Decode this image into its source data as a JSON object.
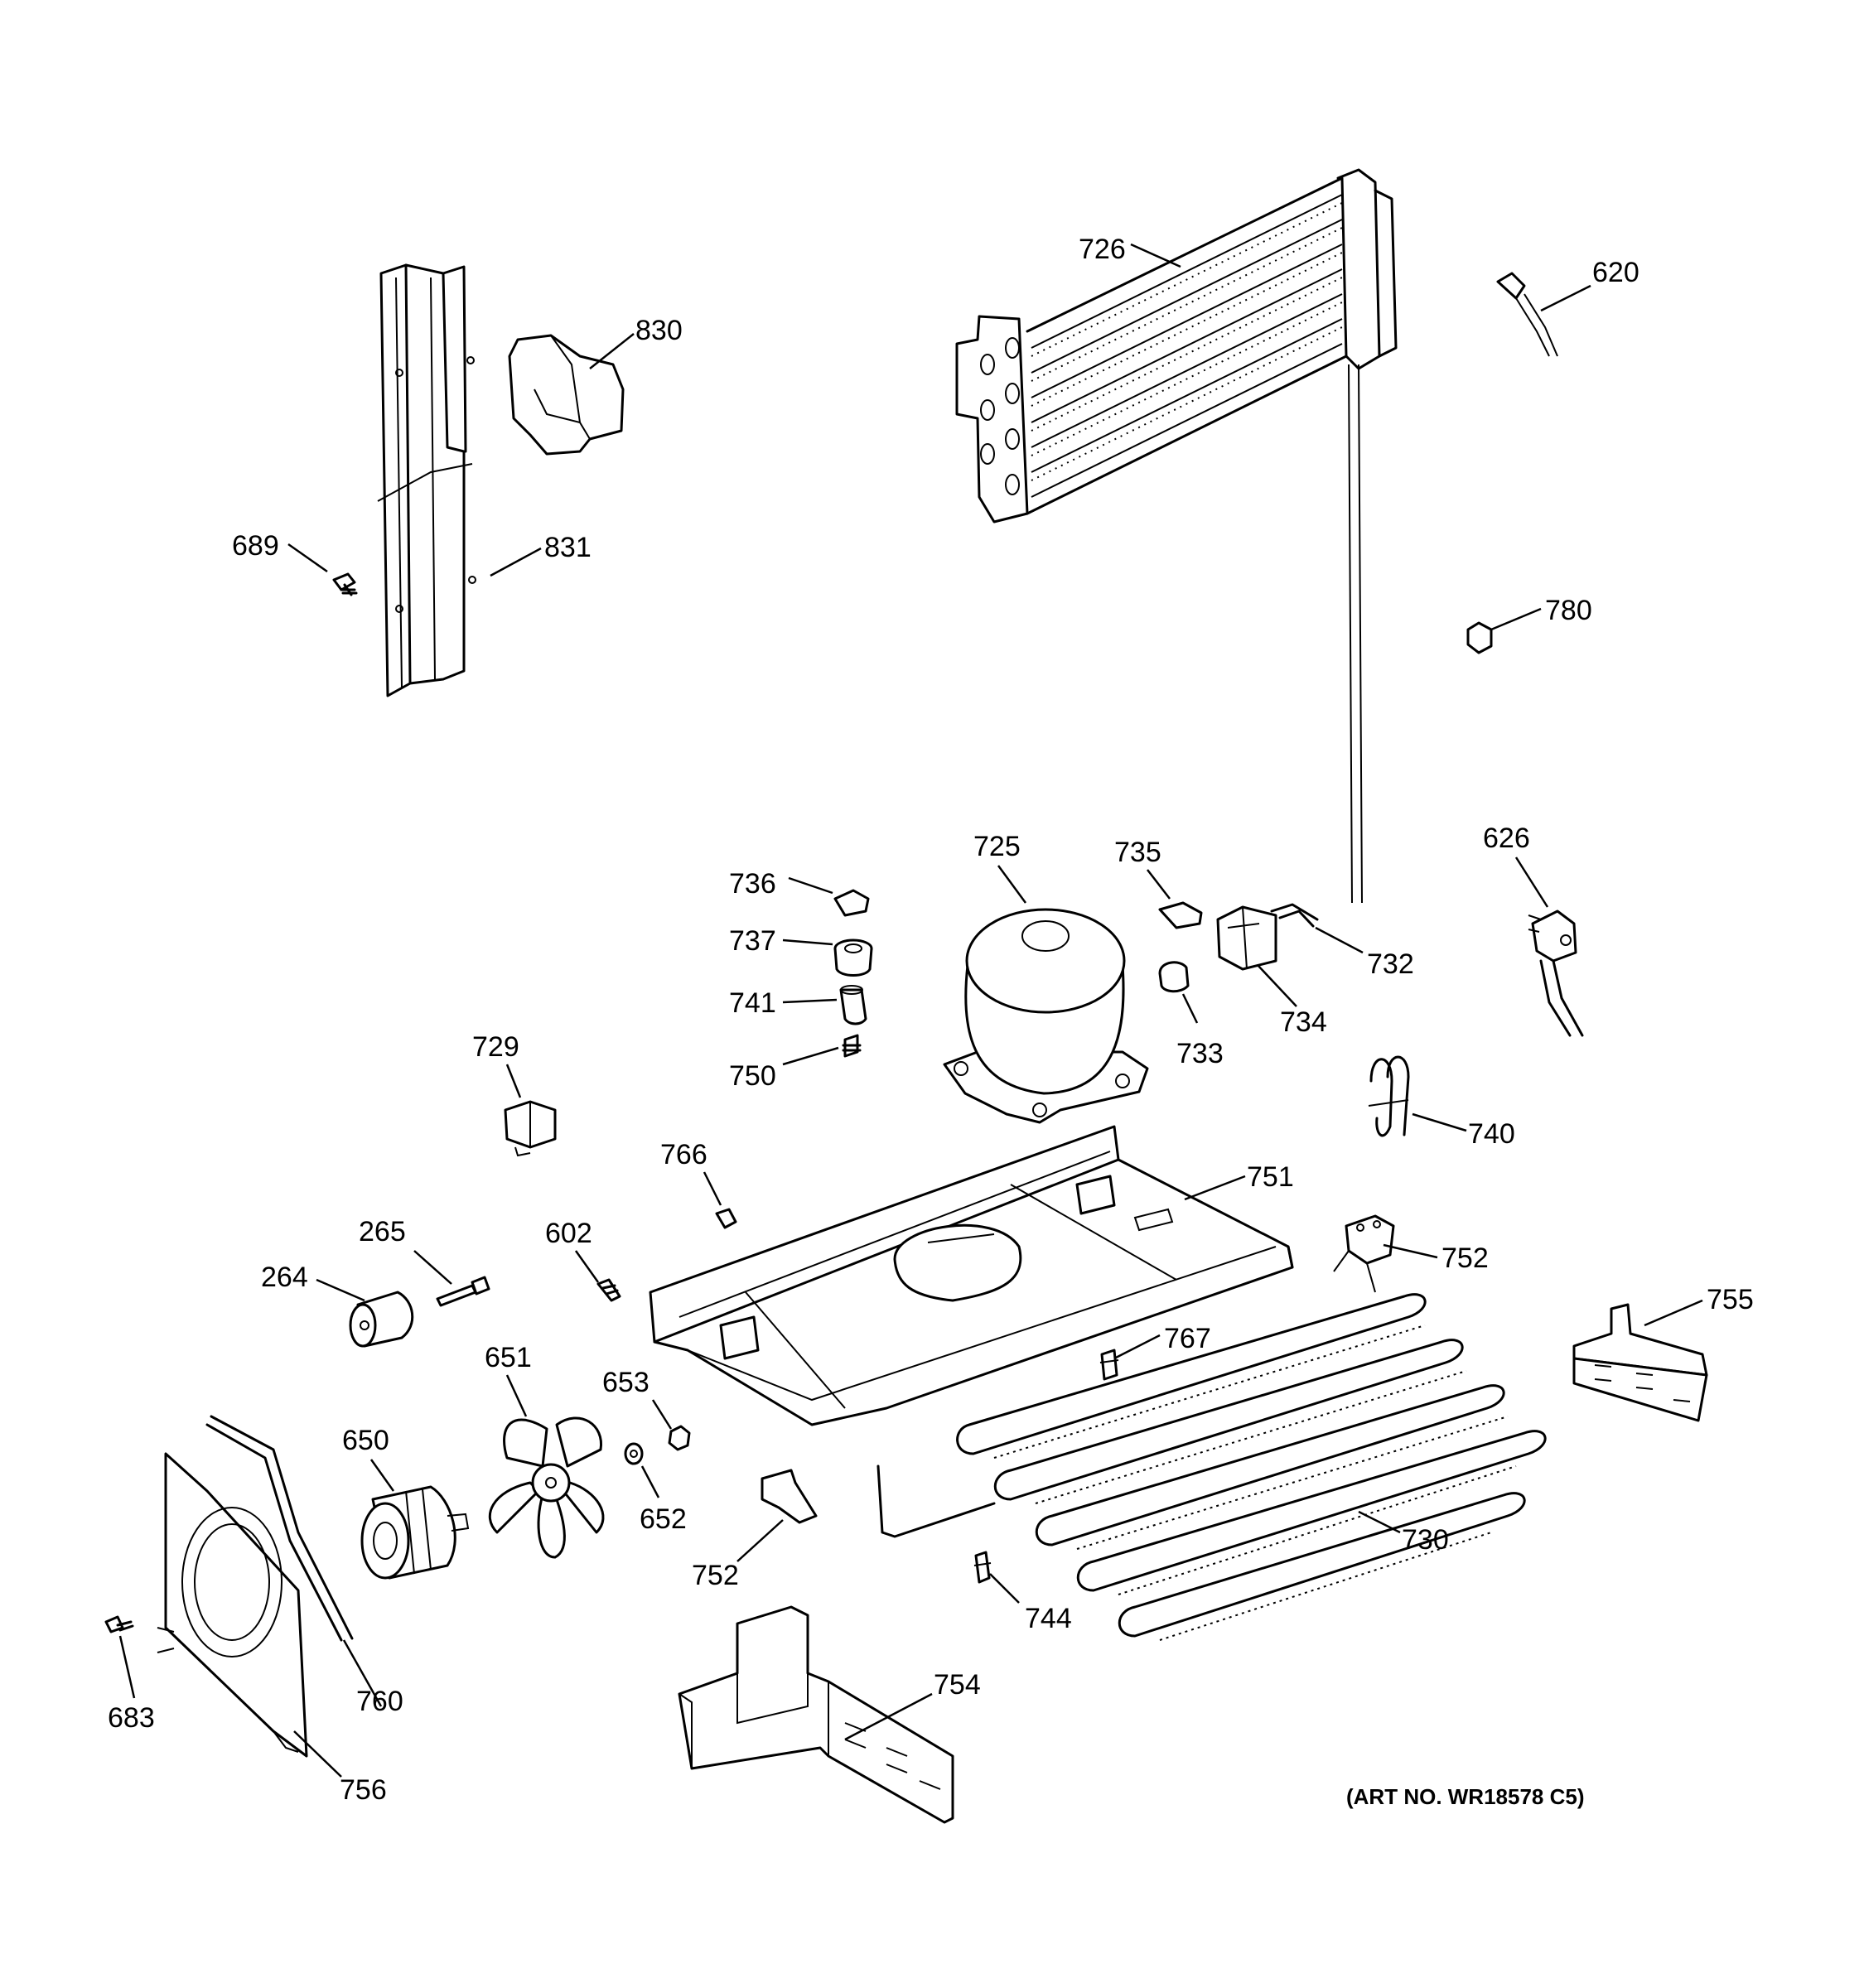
{
  "labels": {
    "p726": "726",
    "p620": "620",
    "p830": "830",
    "p689": "689",
    "p831": "831",
    "p780": "780",
    "p626": "626",
    "p725": "725",
    "p735": "735",
    "p736": "736",
    "p737": "737",
    "p741": "741",
    "p750": "750",
    "p732": "732",
    "p734": "734",
    "p733": "733",
    "p729": "729",
    "p740": "740",
    "p766": "766",
    "p751": "751",
    "p265": "265",
    "p602": "602",
    "p264": "264",
    "p752a": "752",
    "p755": "755",
    "p651": "651",
    "p653": "653",
    "p767": "767",
    "p650": "650",
    "p652": "652",
    "p752b": "752",
    "p730": "730",
    "p744": "744",
    "p754": "754",
    "p683": "683",
    "p760": "760",
    "p756": "756"
  },
  "art_number": "(ART NO. WR18578 C5)"
}
